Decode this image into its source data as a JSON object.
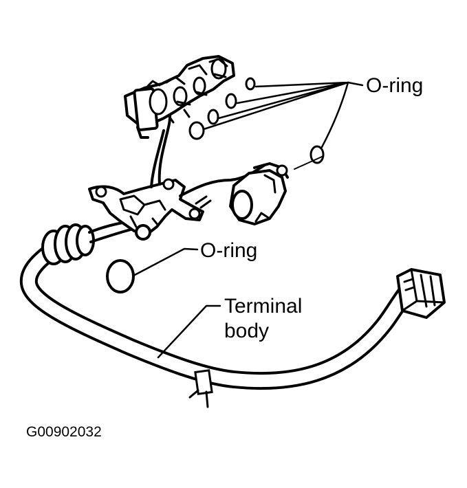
{
  "labels": {
    "oring_top": "O-ring",
    "oring_mid": "O-ring",
    "terminal_line1": "Terminal",
    "terminal_line2": "body",
    "figure_code": "G00902032"
  }
}
